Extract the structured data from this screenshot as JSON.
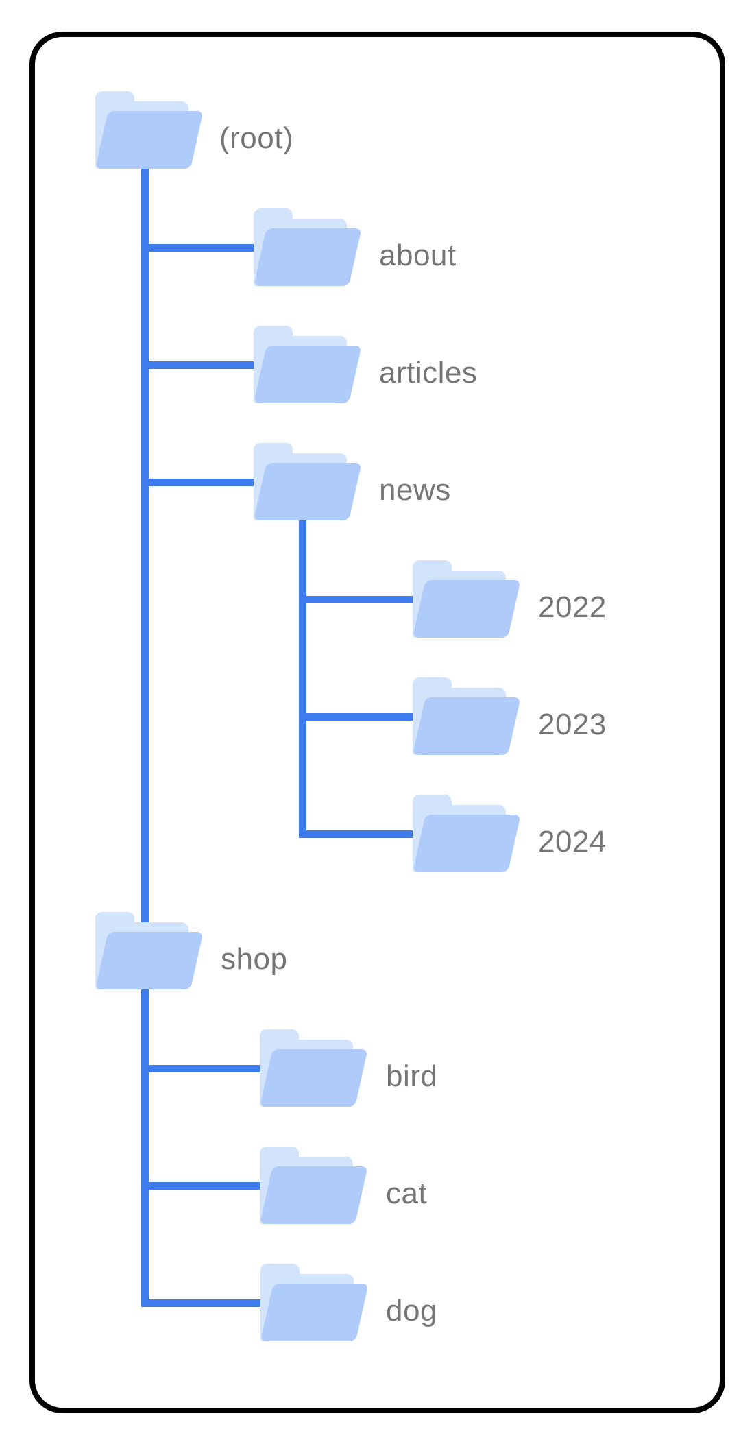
{
  "diagram": {
    "description": "Folder tree structure diagram inside a rounded black-border card",
    "type": "folder-tree"
  },
  "colors": {
    "background": "#ffffff",
    "card_border": "#000000",
    "line": "#3e7cee",
    "folder_front": "#aecbfa",
    "folder_back": "#d2e3fc",
    "label": "#757575"
  },
  "tree": {
    "nodes": [
      {
        "id": "root",
        "label": "(root)",
        "parent": null,
        "depth": 0
      },
      {
        "id": "about",
        "label": "about",
        "parent": "root",
        "depth": 1
      },
      {
        "id": "articles",
        "label": "articles",
        "parent": "root",
        "depth": 1
      },
      {
        "id": "news",
        "label": "news",
        "parent": "root",
        "depth": 1
      },
      {
        "id": "y2022",
        "label": "2022",
        "parent": "news",
        "depth": 2
      },
      {
        "id": "y2023",
        "label": "2023",
        "parent": "news",
        "depth": 2
      },
      {
        "id": "y2024",
        "label": "2024",
        "parent": "news",
        "depth": 2
      },
      {
        "id": "shop",
        "label": "shop",
        "parent": "root",
        "depth": 1
      },
      {
        "id": "bird",
        "label": "bird",
        "parent": "shop",
        "depth": 2
      },
      {
        "id": "cat",
        "label": "cat",
        "parent": "shop",
        "depth": 2
      },
      {
        "id": "dog",
        "label": "dog",
        "parent": "shop",
        "depth": 2
      }
    ]
  }
}
